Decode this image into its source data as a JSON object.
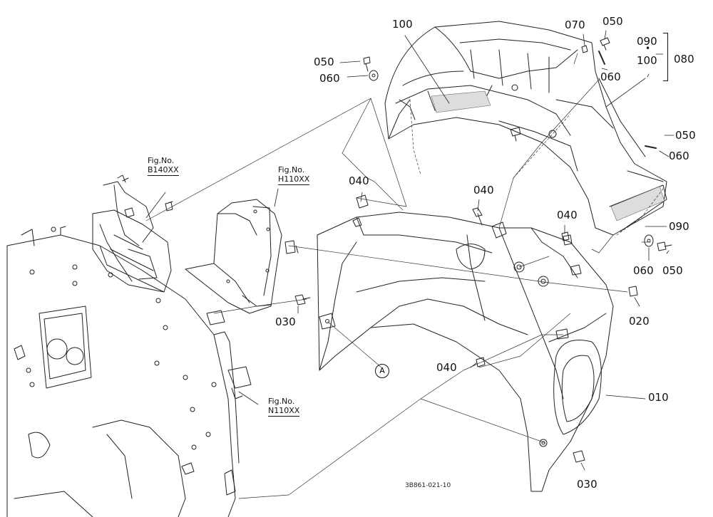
{
  "diagram": {
    "part_labels": {
      "p100_top": "100",
      "p070": "070",
      "p050_a": "050",
      "p050_b": "050",
      "p060_a": "060",
      "p060_b": "060",
      "p090_group": "090",
      "p100_group": "100",
      "p080": "080",
      "p050_c": "050",
      "p060_c": "060",
      "p040_a": "040",
      "p040_b": "040",
      "p040_c": "040",
      "p040_d": "040",
      "p090": "090",
      "p060_d": "060",
      "p050_d": "050",
      "p020": "020",
      "p030_a": "030",
      "p030_b": "030",
      "p010": "010"
    },
    "fig_refs": {
      "b140": {
        "label": "Fig.No.",
        "code": "B140XX"
      },
      "h110": {
        "label": "Fig.No.",
        "code": "H110XX"
      },
      "n110": {
        "label": "Fig.No.",
        "code": "N110XX"
      }
    },
    "reference_mark": "A",
    "group_dot": "•",
    "drawing_number": "3B861-021-10"
  }
}
